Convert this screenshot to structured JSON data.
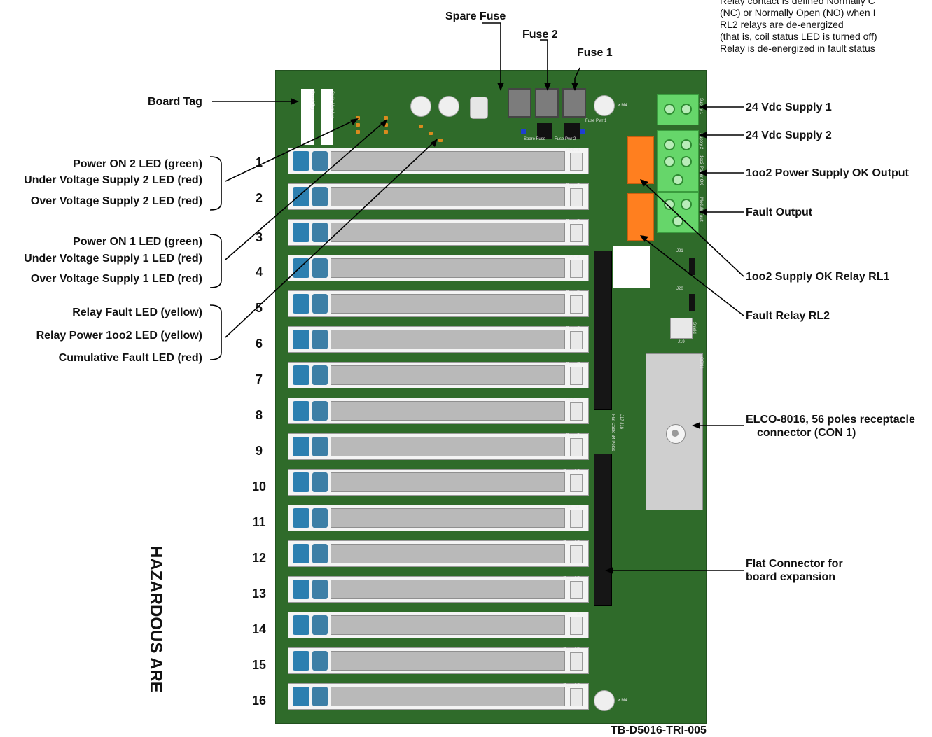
{
  "notes": {
    "relay_definition": [
      "Relay contact is defined Normally C",
      "(NC) or Normally Open (NO) when I",
      "RL2 relays are de-energized",
      "(that is, coil status LED is turned off)",
      "Relay is de-energized in fault status"
    ]
  },
  "labels": {
    "spare_fuse": "Spare Fuse",
    "fuse2": "Fuse 2",
    "fuse1": "Fuse 1",
    "board_tag": "Board Tag",
    "supply1": "24 Vdc Supply 1",
    "supply2": "24 Vdc Supply 2",
    "ps_ok_output": "1oo2 Power Supply OK Output",
    "fault_output": "Fault Output",
    "relay_rl1": "1oo2 Supply OK Relay RL1",
    "relay_rl2": "Fault Relay RL2",
    "elco_line1": "ELCO-8016, 56 poles receptacle",
    "elco_line2": "connector (CON 1)",
    "flat_line1": "Flat Connector for",
    "flat_line2": "board expansion",
    "figure_code": "TB-D5016-TRI-005",
    "hazardous": "HAZARDOUS ARE"
  },
  "led_groups": [
    {
      "lines": [
        "Power ON 2 LED (green)",
        "Under Voltage Supply 2 LED (red)",
        "Over Voltage Supply 2 LED (red)"
      ]
    },
    {
      "lines": [
        "Power ON 1 LED (green)",
        "Under Voltage Supply 1 LED (red)",
        "Over Voltage Supply 1 LED (red)"
      ]
    },
    {
      "lines": [
        "Relay Fault LED (yellow)",
        "Relay Power 1oo2 LED (yellow)",
        "Cumulative Fault LED (red)"
      ]
    }
  ],
  "slot_numbers": [
    "1",
    "2",
    "3",
    "4",
    "5",
    "6",
    "7",
    "8",
    "9",
    "10",
    "11",
    "12",
    "13",
    "14",
    "15",
    "16"
  ],
  "slot_positions": [
    "Pos. 1",
    "Pos. 2",
    "Pos. 3",
    "Pos. 4",
    "Pos. 5",
    "Pos. 6",
    "Pos. 7",
    "Pos. 8",
    "Pos. 9",
    "Pos. 10",
    "Pos. 11",
    "Pos. 12",
    "Pos. 13",
    "Pos. 14",
    "Pos. 15",
    "Pos. 16"
  ],
  "pcb_text": {
    "board_tag": "Board Tag",
    "serial_number": "Serial Number",
    "m4": "ø M4",
    "spare_fuse": "Spare Fuse",
    "fuse_pwr2": "Fuse Pwr 2",
    "fuse_pwr1": "Fuse Pwr 1",
    "supply1": "Supply 1",
    "supply2": "Supply 2",
    "ps_ok": "1oo2 Power OK",
    "module_fault": "Module Fault",
    "j21": "J21",
    "j20": "J20",
    "j19": "J19",
    "shield": "Shield",
    "con1": "CON1",
    "flat_cable": "Flat Cable 34 Poles",
    "j17_j18": "J17 J18"
  },
  "colors": {
    "board": "#2f6b2a",
    "terminal": "#66d66a",
    "relay": "#ff7f1f",
    "slot_grip": "#2c7fb0"
  }
}
